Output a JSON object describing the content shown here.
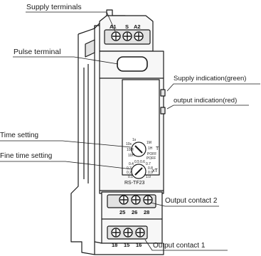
{
  "callouts": {
    "supply_terminals": "Supply terminals",
    "pulse_terminal": "Pulse terminal",
    "supply_indication": "Supply indication(green)",
    "output_indication": "output indication(red)",
    "time_setting": "Time setting",
    "fine_time_setting": "Fine time setting",
    "output_contact_2": "Output contact 2",
    "output_contact_1": "Output contact 1"
  },
  "terminals": {
    "top": [
      "A1",
      "S",
      "A2"
    ],
    "mid": [
      "25",
      "26",
      "28"
    ],
    "bottom": [
      "18",
      "15",
      "16"
    ]
  },
  "device": {
    "model": "RS-TF23",
    "time_dial_mark": "T",
    "fine_dial_mark": "xT",
    "time_dial_scale": [
      "1s",
      "10s",
      "1M",
      "10M",
      "1H",
      "10H",
      "POFF",
      "POFF"
    ],
    "fine_dial_scale": [
      "0.1",
      "0.2",
      "0.3",
      "0.4",
      "0.5",
      "0.6",
      "0.7",
      "0.8",
      "0.9",
      "1.0"
    ]
  },
  "colors": {
    "line": "#1a1a1a",
    "body_fill": "#f7f7f7",
    "shade": "#e2e2e2",
    "supply_led": "green",
    "output_led": "red"
  }
}
